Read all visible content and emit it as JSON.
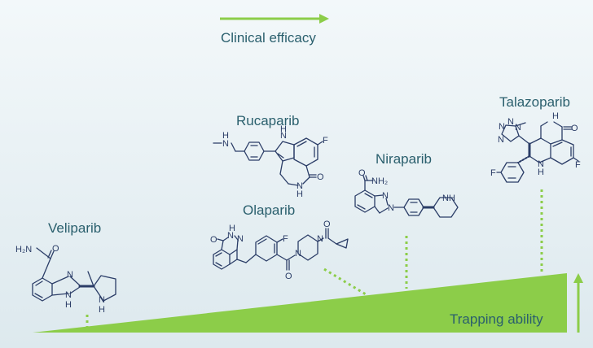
{
  "figure": {
    "top_label": "Clinical efficacy",
    "bottom_label": "Trapping ability",
    "colors": {
      "accent_green": "#8ccd49",
      "label_teal": "#2a5f6d",
      "structure_navy": "#2b3d67"
    }
  },
  "drugs": [
    {
      "name": "Veliparib",
      "atoms": {
        "a1": "H₂N",
        "a2": "O",
        "a3": "N",
        "a4": "N",
        "a5": "H",
        "a6": "N",
        "a7": "H"
      }
    },
    {
      "name": "Rucaparib",
      "atoms": {
        "a1": "N",
        "a2": "H",
        "a3": "N",
        "a4": "H",
        "a5": "F",
        "a6": "N",
        "a7": "H",
        "a8": "O"
      }
    },
    {
      "name": "Olaparib",
      "atoms": {
        "a1": "O",
        "a2": "N",
        "a3": "H",
        "a4": "N",
        "a5": "F",
        "a6": "N",
        "a7": "N",
        "a8": "O",
        "a9": "O"
      }
    },
    {
      "name": "Niraparib",
      "atoms": {
        "a1": "NH₂",
        "a2": "O",
        "a3": "N",
        "a4": "N",
        "a5": "NH"
      }
    },
    {
      "name": "Talazoparib",
      "atoms": {
        "a1": "N",
        "a2": "N",
        "a3": "N",
        "a4": "N",
        "a5": "H",
        "a6": "O",
        "a7": "N",
        "a8": "H",
        "a9": "F",
        "a10": "F"
      }
    }
  ]
}
